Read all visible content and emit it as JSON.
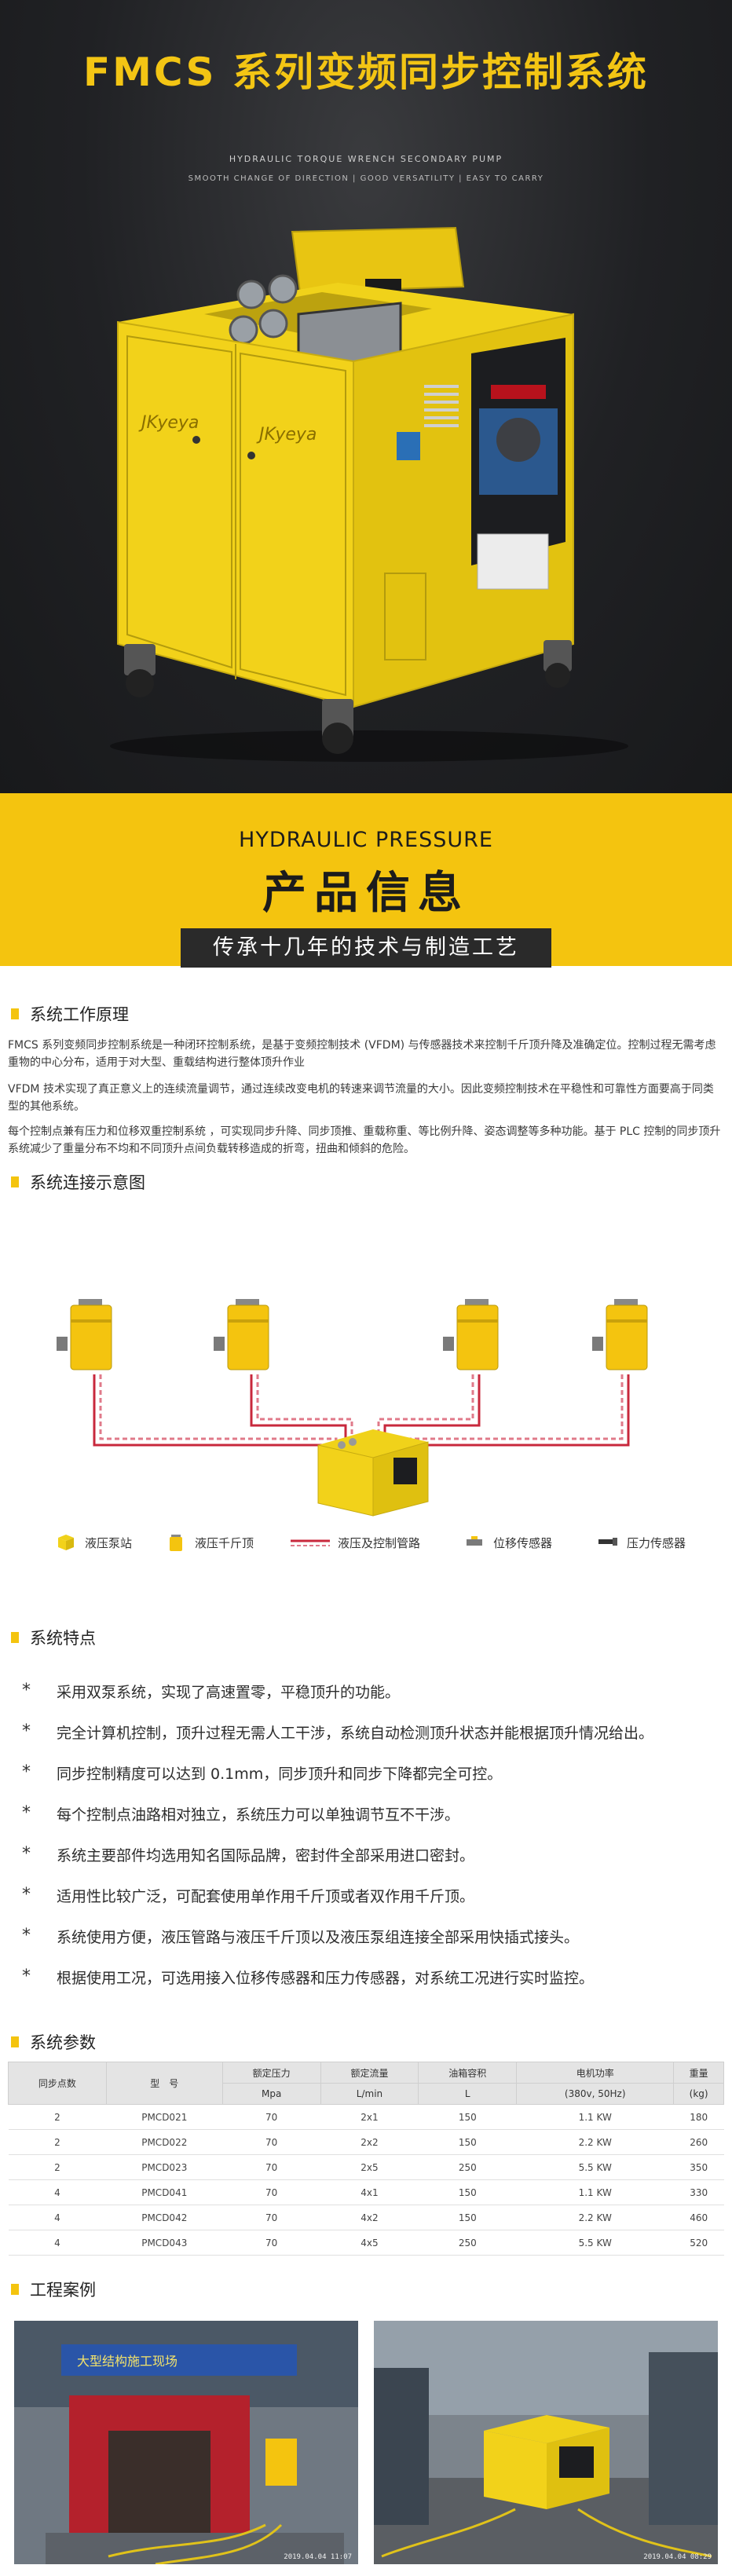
{
  "hero": {
    "title": "FMCS 系列变频同步控制系统",
    "subtitle_1": "HYDRAULIC TORQUE WRENCH SECONDARY PUMP",
    "subtitle_2": "SMOOTH CHANGE OF DIRECTION | GOOD VERSATILITY | EASY TO CARRY",
    "brand_logo": "JKyeya"
  },
  "banner": {
    "english": "HYDRAULIC PRESSURE",
    "chinese": "产品信息",
    "ribbon": "传承十几年的技术与制造工艺"
  },
  "principle": {
    "heading": "系统工作原理",
    "paragraphs": [
      "FMCS 系列变频同步控制系统是一种闭环控制系统，是基于变频控制技术 (VFDM) 与传感器技术来控制千斤顶升降及准确定位。控制过程无需考虑重物的中心分布，适用于对大型、重载结构进行整体顶升作业",
      "VFDM 技术实现了真正意义上的连续流量调节，通过连续改变电机的转速来调节流量的大小。因此变频控制技术在平稳性和可靠性方面要高于同类型的其他系统。",
      "每个控制点兼有压力和位移双重控制系统 ，可实现同步升降、同步顶推、重载称重、等比例升降、姿态调整等多种功能。基于 PLC 控制的同步顶升系统减少了重量分布不均和不同顶升点间负载转移造成的折弯，扭曲和倾斜的危险。"
    ]
  },
  "diagram": {
    "heading": "系统连接示意图",
    "legend": [
      "液压泵站",
      "液压千斤顶",
      "液压及控制管路",
      "位移传感器",
      "压力传感器"
    ]
  },
  "features": {
    "heading": "系统特点",
    "bullet": "*",
    "items": [
      "采用双泵系统，实现了高速置零，平稳顶升的功能。",
      "完全计算机控制，顶升过程无需人工干涉，系统自动检测顶升状态并能根据顶升情况给出。",
      "同步控制精度可以达到 0.1mm，同步顶升和同步下降都完全可控。",
      "每个控制点油路相对独立，系统压力可以单独调节互不干涉。",
      "系统主要部件均选用知名国际品牌，密封件全部采用进口密封。",
      "适用性比较广泛，可配套使用单作用千斤顶或者双作用千斤顶。",
      "系统使用方便，液压管路与液压千斤顶以及液压泵组连接全部采用快插式接头。",
      "根据使用工况，可选用接入位移传感器和压力传感器，对系统工况进行实时监控。"
    ]
  },
  "params": {
    "heading": "系统参数",
    "headers": [
      "同步点数",
      "型　号",
      "额定压力",
      "额定流量",
      "油箱容积",
      "电机功率",
      "重量"
    ],
    "units": [
      "",
      "",
      "Mpa",
      "L/min",
      "L",
      "(380v, 50Hz)",
      "(kg)"
    ],
    "rows": [
      [
        "2",
        "PMCD021",
        "70",
        "2x1",
        "150",
        "1.1 KW",
        "180"
      ],
      [
        "2",
        "PMCD022",
        "70",
        "2x2",
        "150",
        "2.2 KW",
        "260"
      ],
      [
        "2",
        "PMCD023",
        "70",
        "2x5",
        "250",
        "5.5 KW",
        "350"
      ],
      [
        "4",
        "PMCD041",
        "70",
        "4x1",
        "150",
        "1.1 KW",
        "330"
      ],
      [
        "4",
        "PMCD042",
        "70",
        "4x2",
        "150",
        "2.2 KW",
        "460"
      ],
      [
        "4",
        "PMCD043",
        "70",
        "4x5",
        "250",
        "5.5 KW",
        "520"
      ]
    ]
  },
  "cases": {
    "heading": "工程案例",
    "photos": [
      {
        "stamp": "2019.04.04 11:07",
        "sign_text": "大型结构施工现场"
      },
      {
        "stamp": "2019.04.04 08:29",
        "sign_text": ""
      }
    ]
  },
  "colors": {
    "accent_yellow": "#f4c40f",
    "hero_title": "#f3c514",
    "dark": "#2a2a2a",
    "pipe_red": "#c8283c"
  }
}
